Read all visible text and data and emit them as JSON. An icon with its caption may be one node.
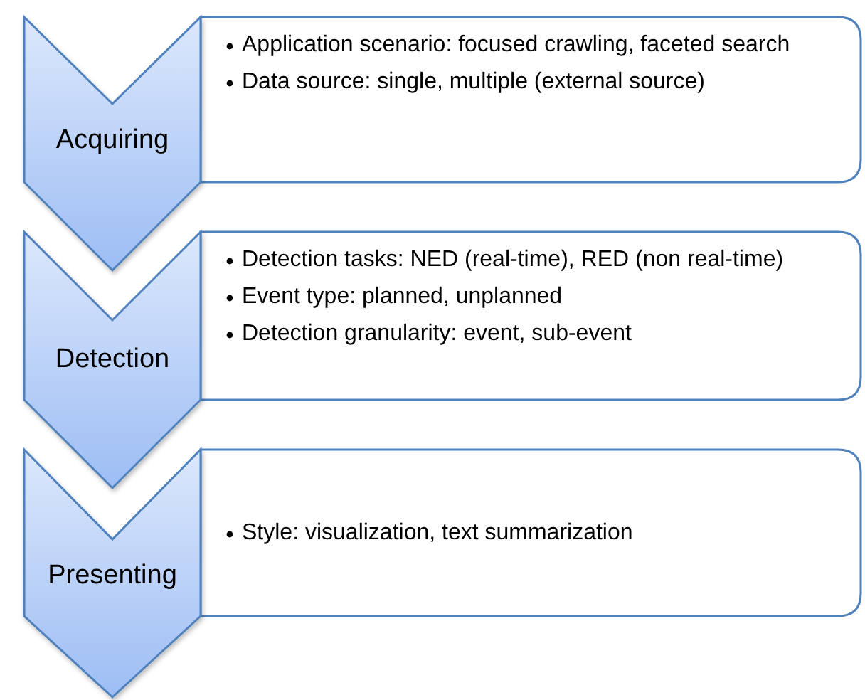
{
  "diagram": {
    "nodes": [
      {
        "text": [
          "Acquiring"
        ]
      },
      {
        "text": [
          "Application scenario: focused crawling, faceted search",
          "Data source: single, multiple (external source)"
        ]
      },
      {
        "text": [
          "Detection"
        ]
      },
      {
        "text": [
          "Detection tasks: NED (real-time), RED (non real-time)",
          "Event type: planned, unplanned",
          "Detection granularity: event, sub-event"
        ]
      },
      {
        "text": [
          "Presenting"
        ]
      },
      {
        "text": [
          "Style: visualization, text summarization"
        ]
      }
    ]
  }
}
